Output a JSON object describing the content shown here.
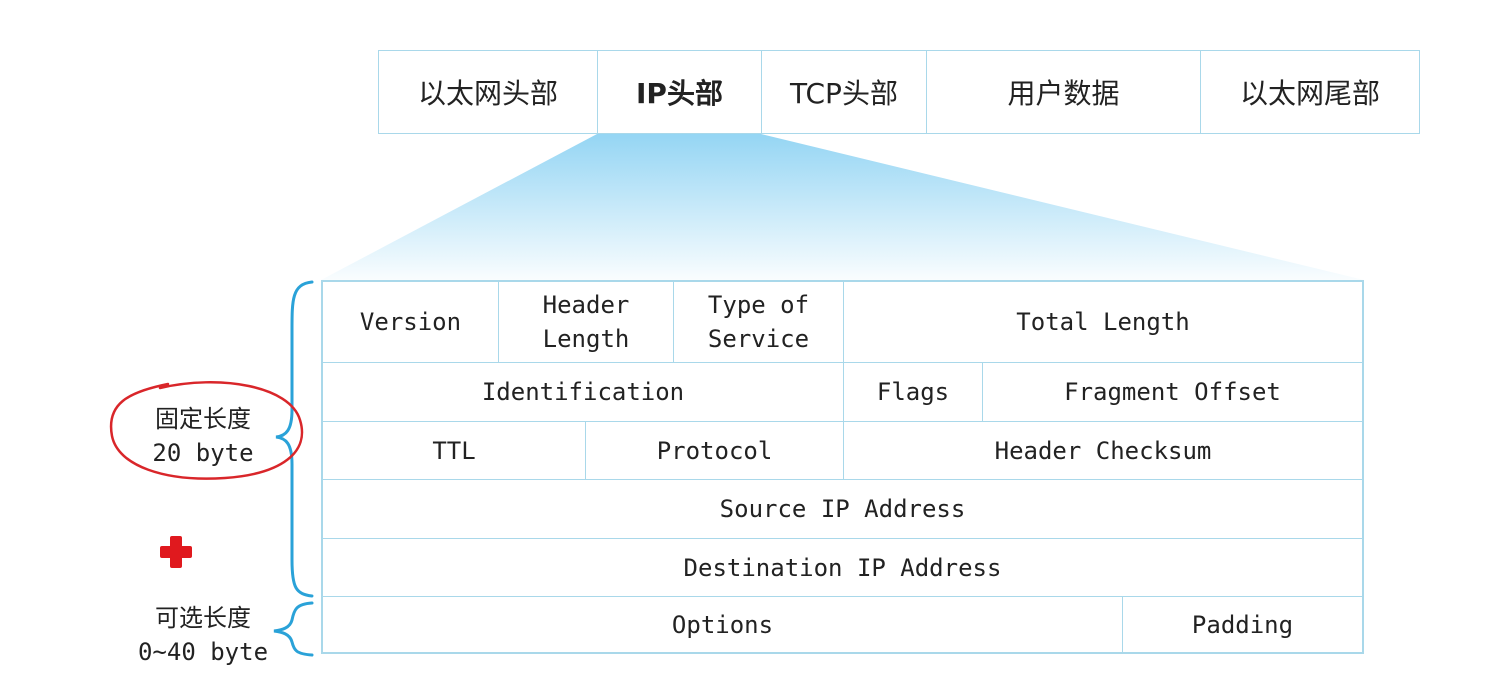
{
  "frame": {
    "ethernet_header": "以太网头部",
    "ip_header": "IP头部",
    "tcp_header": "TCP头部",
    "user_data": "用户数据",
    "ethernet_trailer": "以太网尾部"
  },
  "ip_header": {
    "row1": {
      "version": "Version",
      "header_length_1": "Header",
      "header_length_2": "Length",
      "tos_1": "Type of",
      "tos_2": "Service",
      "total_length": "Total Length"
    },
    "row2": {
      "identification": "Identification",
      "flags": "Flags",
      "fragment_offset": "Fragment Offset"
    },
    "row3": {
      "ttl": "TTL",
      "protocol": "Protocol",
      "header_checksum": "Header Checksum"
    },
    "row4": {
      "source_ip": "Source IP Address"
    },
    "row5": {
      "destination_ip": "Destination IP Address"
    },
    "row6": {
      "options": "Options",
      "padding": "Padding"
    }
  },
  "annotations": {
    "fixed_length_cn": "固定长度",
    "fixed_length_en": "20 byte",
    "optional_length_cn": "可选长度",
    "optional_length_en": "0~40 byte"
  },
  "colors": {
    "border": "#a9d8ea",
    "brace": "#2aa2d8",
    "highlight_circle": "#d9262a",
    "plus_sign": "#e0191e",
    "funnel_top": "#8fd3f3"
  }
}
